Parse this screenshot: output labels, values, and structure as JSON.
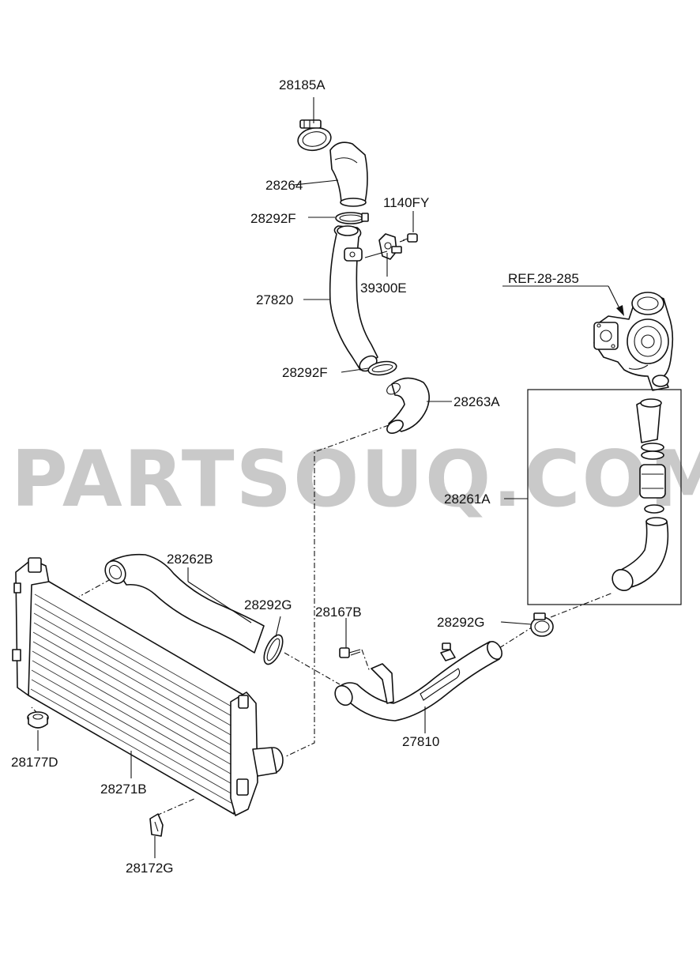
{
  "watermark": "PARTSOUQ.COM",
  "labels": {
    "p28185A": "28185A",
    "p28264": "28264",
    "p28292F_top": "28292F",
    "p1140FY": "1140FY",
    "p39300E": "39300E",
    "p27820": "27820",
    "ref": "REF.28-285",
    "p28292F_mid": "28292F",
    "p28263A": "28263A",
    "p28261A": "28261A",
    "p28262B": "28262B",
    "p28292G_left": "28292G",
    "p28167B": "28167B",
    "p28292G_right": "28292G",
    "p27810": "27810",
    "p28177D": "28177D",
    "p28271B": "28271B",
    "p28172G": "28172G"
  }
}
